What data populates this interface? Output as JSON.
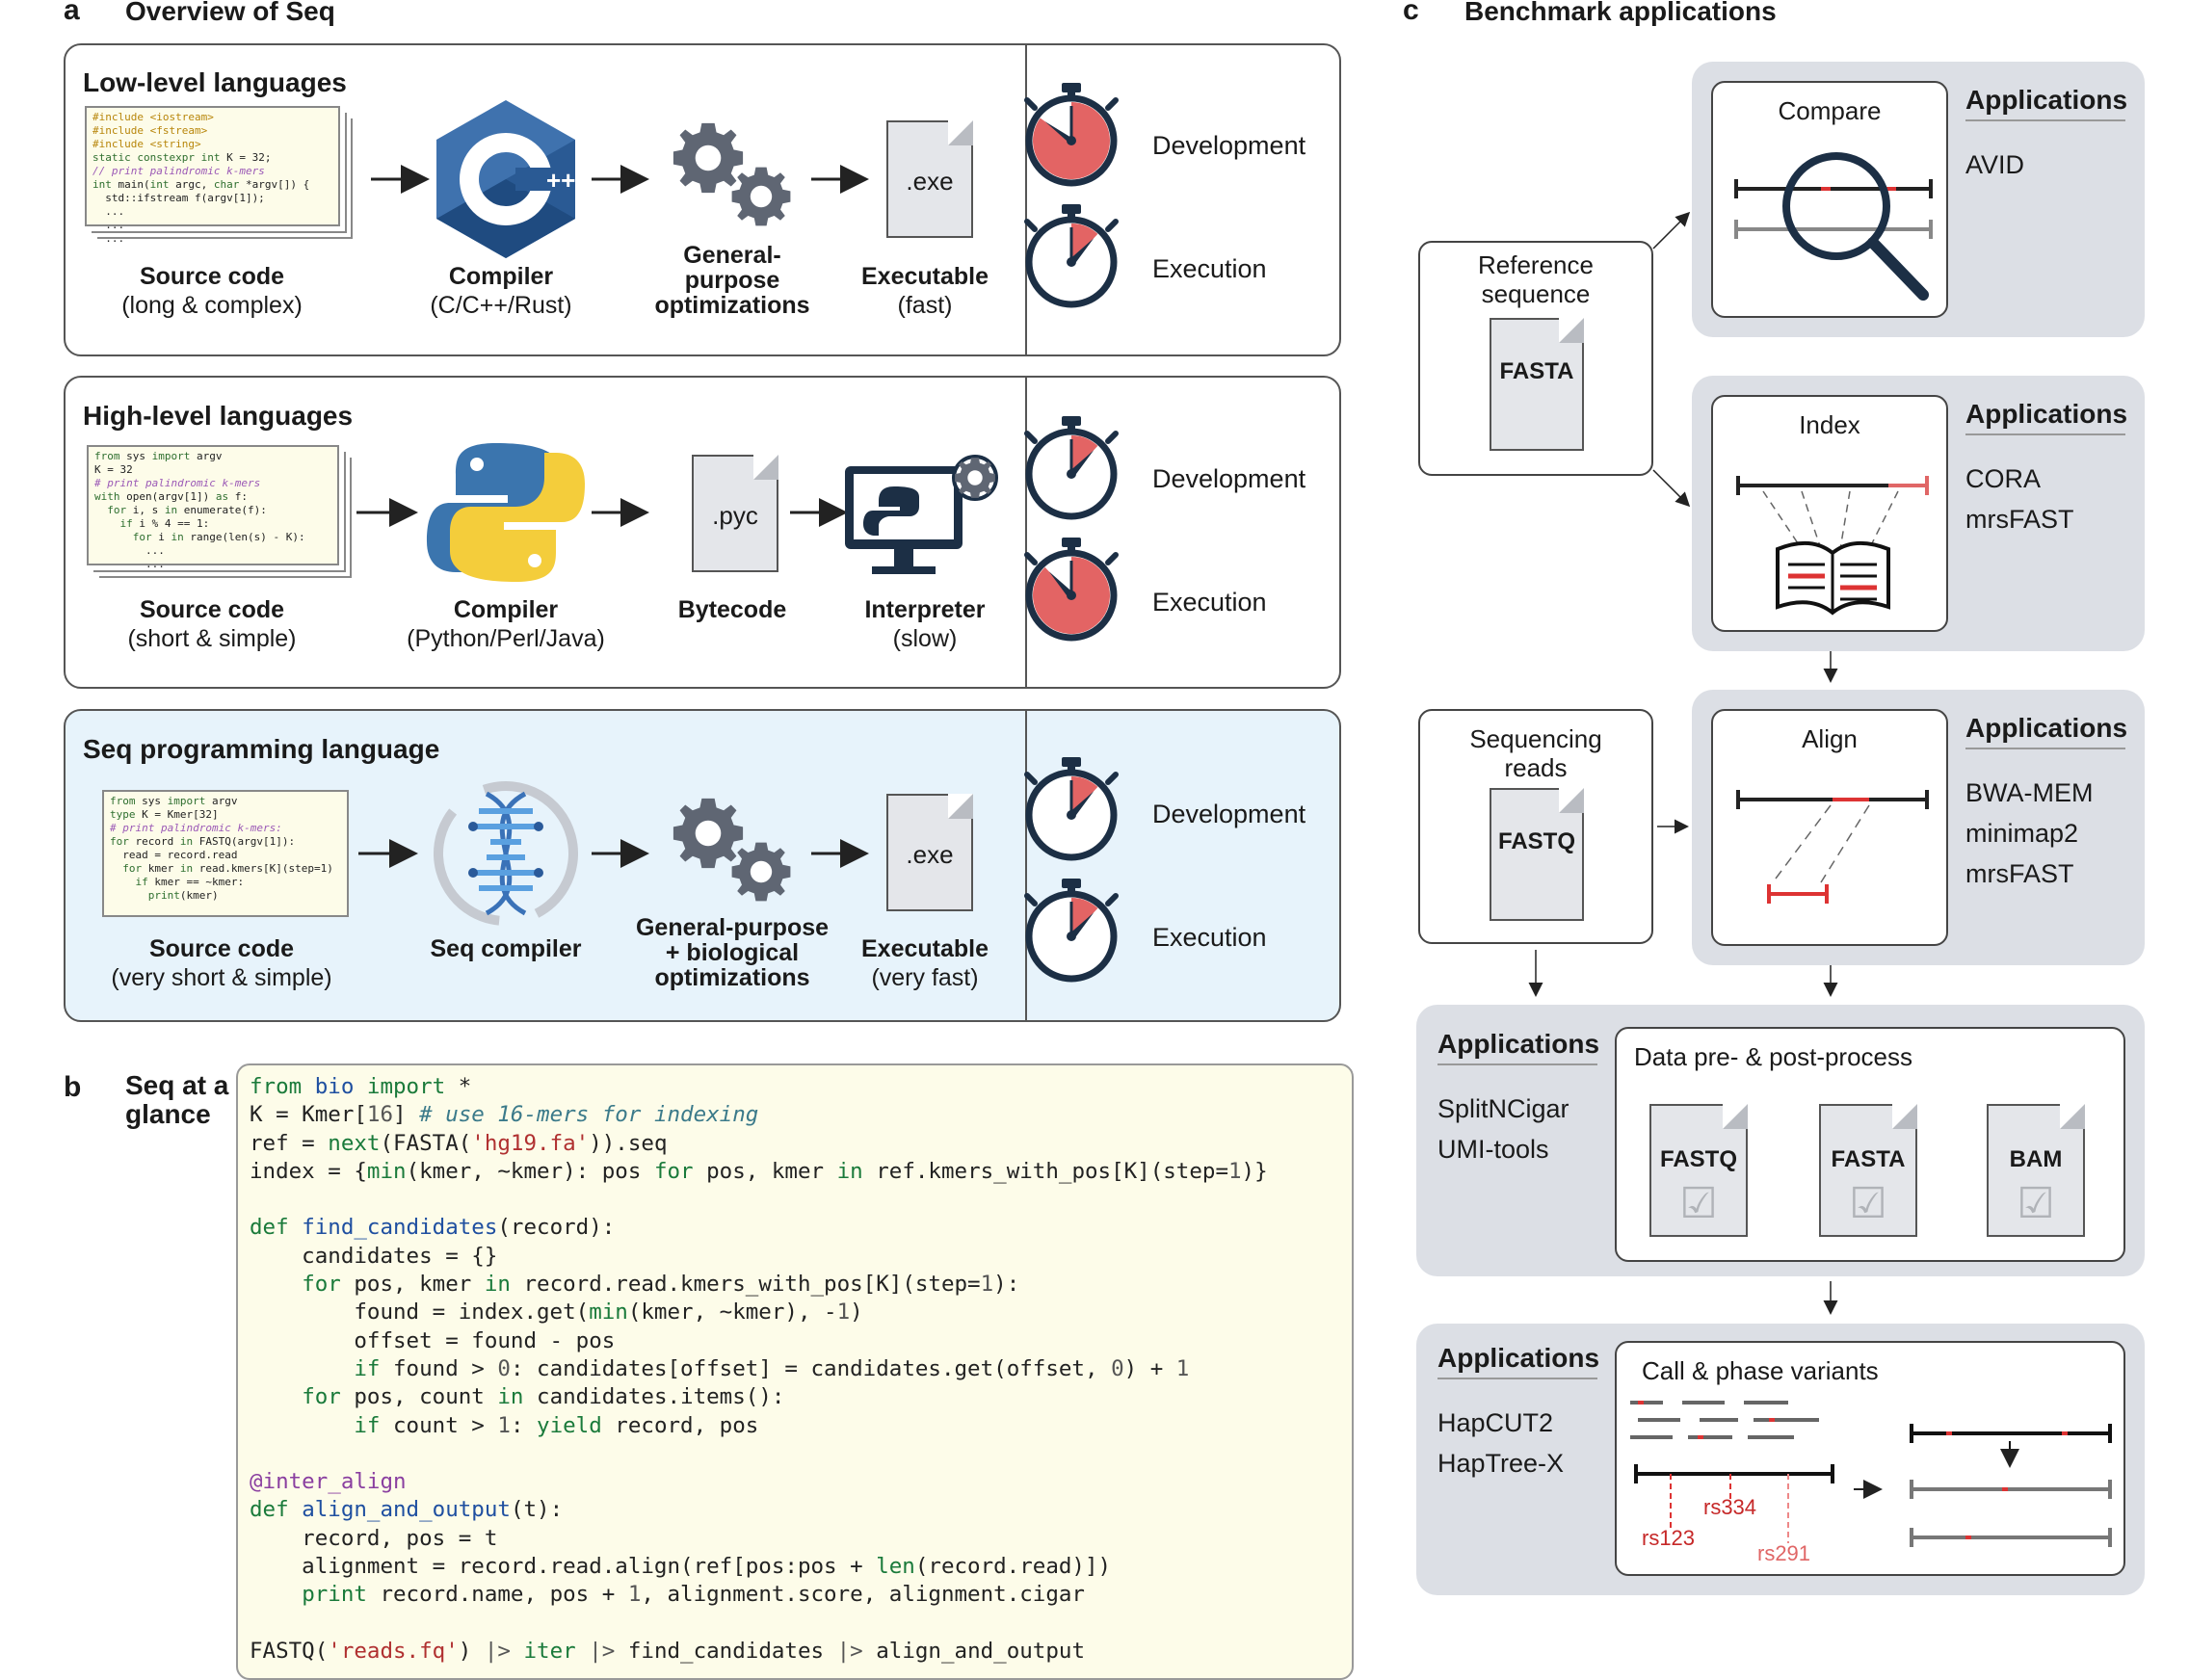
{
  "panel_a": {
    "letter": "a",
    "title": "Overview of Seq",
    "rows": [
      {
        "title": "Low-level languages",
        "code_lines": [
          "#include <iostream>",
          "#include <fstream>",
          "#include <string>",
          "static constexpr int K = 32;",
          "// print palindromic k-mers",
          "int main(int argc, char *argv[]) {",
          "  std::ifstream f(argv[1]);",
          "  ...",
          "  ...",
          "  ..."
        ],
        "stages": [
          {
            "name": "Source code",
            "sub": "(long & complex)"
          },
          {
            "name": "Compiler",
            "sub": "(C/C++/Rust)"
          },
          {
            "name": "General-\npurpose\noptimizations",
            "sub": ""
          },
          {
            "name": "Executable",
            "sub": "(fast)"
          }
        ],
        "file_ext": ".exe",
        "development_fraction": 0.85,
        "execution_fraction": 0.12
      },
      {
        "title": "High-level languages",
        "code_lines": [
          "from sys import argv",
          "K = 32",
          "# print palindromic k-mers",
          "with open(argv[1]) as f:",
          "  for i, s in enumerate(f):",
          "    if i % 4 == 1:",
          "      for i in range(len(s) - K):",
          "        ...",
          "        ..."
        ],
        "stages": [
          {
            "name": "Source code",
            "sub": "(short & simple)"
          },
          {
            "name": "Compiler",
            "sub": "(Python/Perl/Java)"
          },
          {
            "name": "Bytecode",
            "sub": ""
          },
          {
            "name": "Interpreter",
            "sub": "(slow)"
          }
        ],
        "file_ext": ".pyc",
        "development_fraction": 0.12,
        "execution_fraction": 0.88
      },
      {
        "title": "Seq programming language",
        "code_lines": [
          "from sys import argv",
          "type K = Kmer[32]",
          "# print palindromic k-mers:",
          "for record in FASTQ(argv[1]):",
          "  read = record.read",
          "  for kmer in read.kmers[K](step=1)",
          "    if kmer == ~kmer:",
          "      print(kmer)"
        ],
        "stages": [
          {
            "name": "Source code",
            "sub": "(very short & simple)"
          },
          {
            "name": "Seq compiler",
            "sub": ""
          },
          {
            "name": "General-purpose\n+ biological\noptimizations",
            "sub": ""
          },
          {
            "name": "Executable",
            "sub": "(very fast)"
          }
        ],
        "file_ext": ".exe",
        "development_fraction": 0.12,
        "execution_fraction": 0.12
      }
    ],
    "time_labels": {
      "development": "Development",
      "execution": "Execution"
    }
  },
  "panel_b": {
    "letter": "b",
    "title": "Seq at a\nglance"
  },
  "panel_c": {
    "letter": "c",
    "title": "Benchmark applications",
    "applications_heading": "Applications",
    "reference": {
      "label": "Reference\nsequence",
      "file": "FASTA"
    },
    "reads": {
      "label": "Sequencing\nreads",
      "file": "FASTQ"
    },
    "compare": {
      "title": "Compare",
      "apps": [
        "AVID"
      ]
    },
    "index": {
      "title": "Index",
      "apps": [
        "CORA",
        "mrsFAST"
      ]
    },
    "align": {
      "title": "Align",
      "apps": [
        "BWA-MEM",
        "minimap2",
        "mrsFAST"
      ]
    },
    "process": {
      "title": "Data pre- & post-process",
      "apps": [
        "SplitNCigar",
        "UMI-tools"
      ],
      "files": [
        "FASTQ",
        "FASTA",
        "BAM"
      ]
    },
    "variants": {
      "title": "Call & phase variants",
      "apps": [
        "HapCUT2",
        "HapTree-X"
      ],
      "snps": [
        "rs123",
        "rs334",
        "rs291"
      ]
    }
  }
}
